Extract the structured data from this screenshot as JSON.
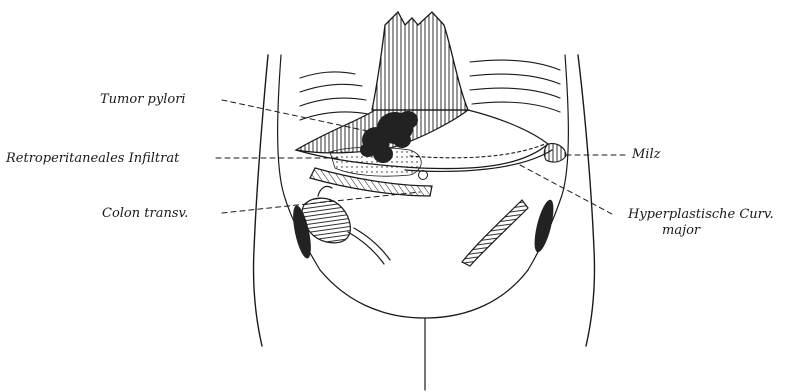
{
  "labels": {
    "tumor_pylori": "Tumor pylori",
    "retroperitoneal": "Retroperitaneales Infiltrat",
    "colon_transv": "Colon transv.",
    "milz": "Milz",
    "hyperplastic_line1": "Hyperplastische Curv.",
    "hyperplastic_line2": "major"
  },
  "colors": {
    "ink": "#1a1a1a",
    "tumor": "#222222",
    "paper": "#ffffff"
  }
}
